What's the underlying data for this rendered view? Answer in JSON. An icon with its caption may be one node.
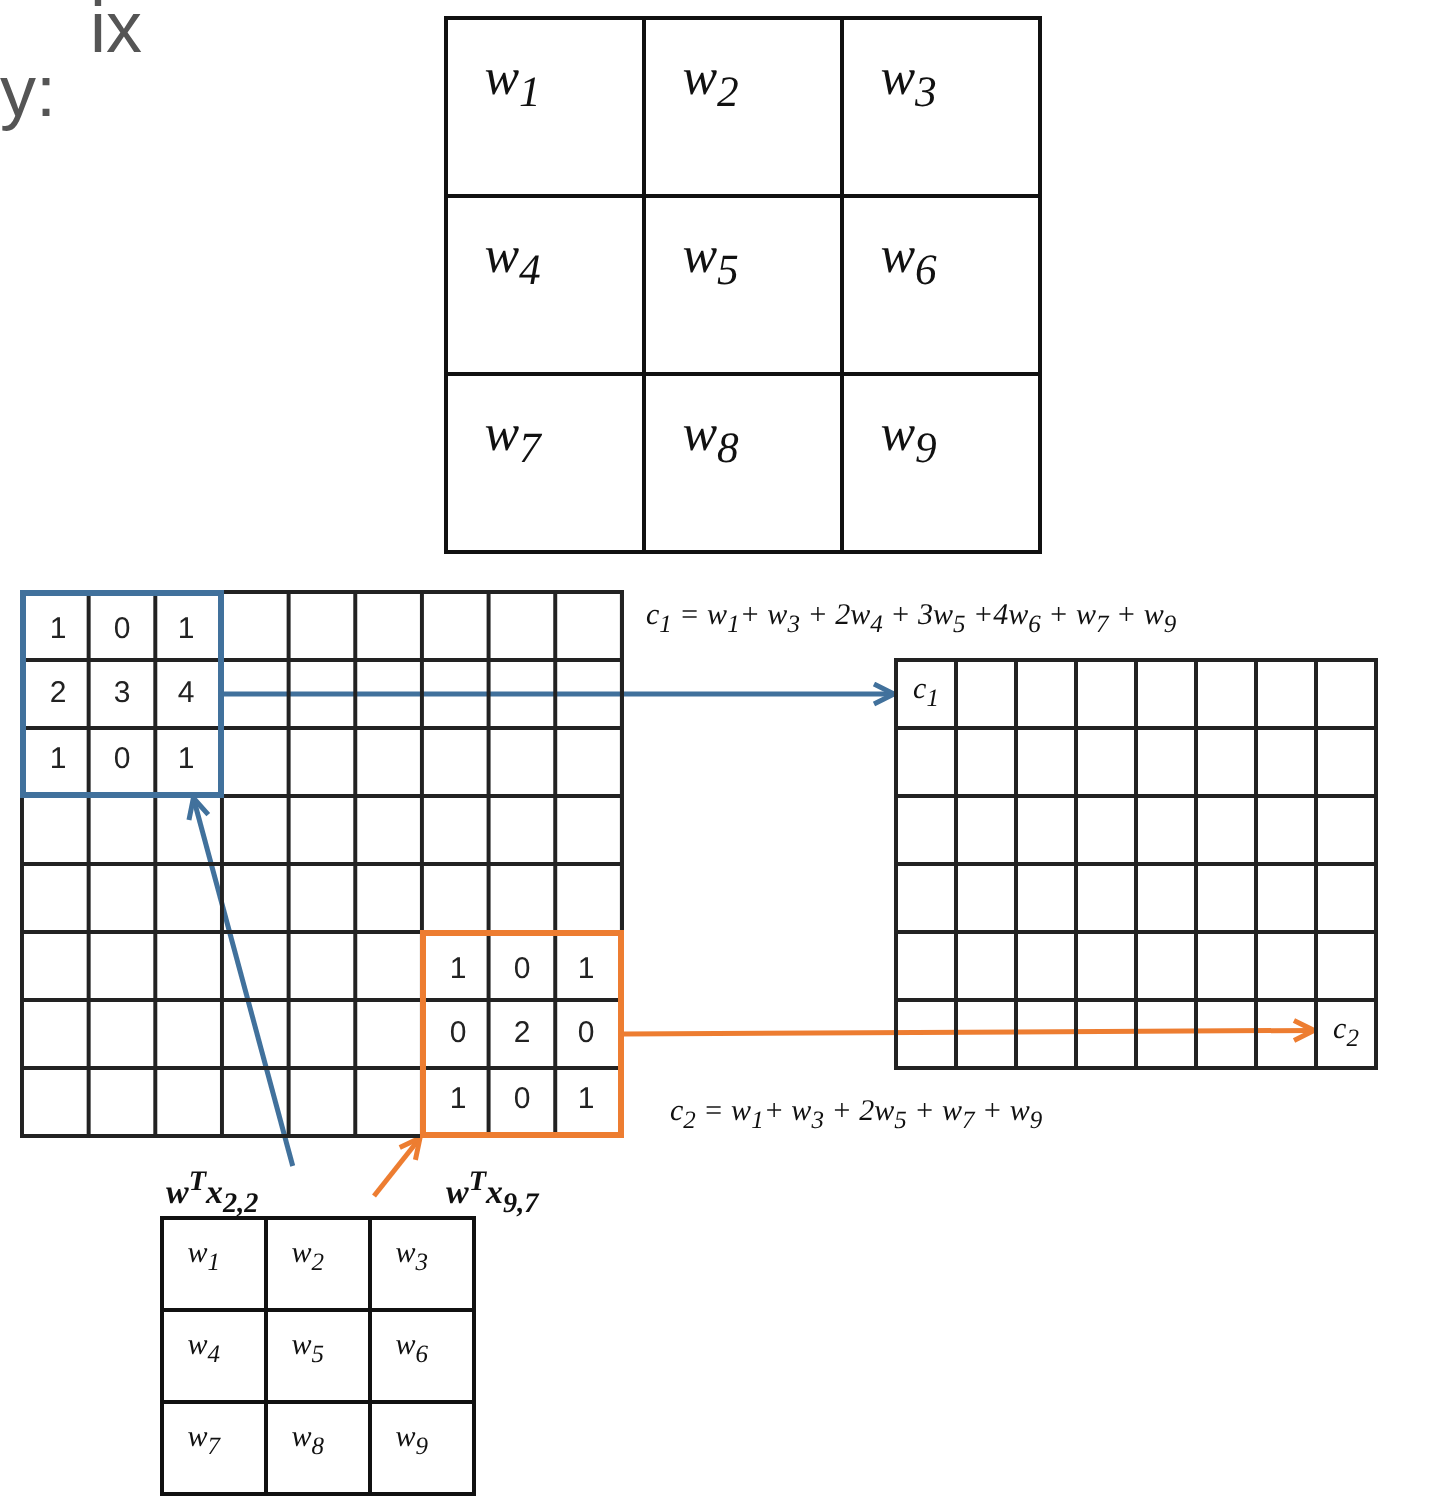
{
  "diagram": {
    "nodes": [
      {
        "text": [],
        "shape": "box"
      },
      {
        "text": [],
        "shape": "box",
        "in": 0
      },
      {
        "text": [],
        "shape": "box",
        "in": 0
      },
      {
        "text": [
          "w$^{T}$x$_{2,2}$"
        ]
      },
      {
        "text": [],
        "shape": "box"
      },
      {
        "text": [
          "c$_{1}$"
        ],
        "in": 4
      },
      {
        "text": [
          "c$_{2}$"
        ],
        "in": 4
      }
    ],
    "edges": [
      {
        "from": 1,
        "to": 5,
        "arrow": "to",
        "color": "#41719c"
      },
      {
        "from": 2,
        "to": 6,
        "arrow": "to",
        "color": "#ed7d31"
      },
      {
        "from": 3,
        "to": 1,
        "arrow": "to",
        "color": "#41719c"
      },
      {
        "from": null,
        "to": 2,
        "arrow": "to",
        "color": "#ed7d31"
      }
    ],
    "labels": [
      "ix",
      "y:",
      "w$_{1}$",
      "w$_{2}$",
      "w$_{3}$",
      "w$_{4}$",
      "w$_{5}$",
      "w$_{6}$",
      "w$_{7}$",
      "w$_{8}$",
      "w$_{9}$",
      "1",
      "0",
      "1",
      "c$_{1}$ = w$_{1}$+ w$_{3}$ + 2w$_{4}$ + 3w$_{5}$ +4w$_{6}$ + w$_{7}$ + w$_{9}$",
      "2",
      "3",
      "4",
      "1",
      "0",
      "1",
      "1",
      "0",
      "1",
      "0",
      "2",
      "0",
      "1",
      "0",
      "1",
      "c$_{2}$ = w$_{1}$+ w$_{3}$ + 2w$_{5}$ + w$_{7}$ + w$_{9}$",
      "w$^{T}$x$_{9,7}$",
      "w$_{1}$",
      "w$_{2}$",
      "w$_{3}$",
      "w$_{4}$",
      "w$_{5}$",
      "w$_{6}$",
      "w$_{7}$",
      "w$_{8}$",
      "w$_{9}$"
    ]
  }
}
